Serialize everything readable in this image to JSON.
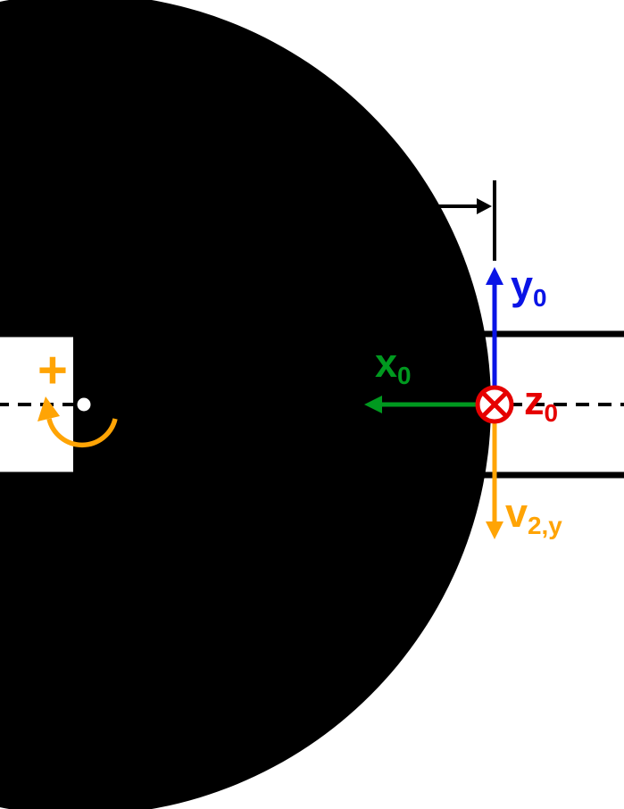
{
  "colors": {
    "black": "#000000",
    "white": "#ffffff",
    "blue": "#0a14e6",
    "green": "#00991f",
    "red": "#e60000",
    "orange": "#ffa405"
  },
  "labels": {
    "x_axis": {
      "main": "x",
      "sub": "0"
    },
    "y_axis": {
      "main": "y",
      "sub": "0"
    },
    "z_axis": {
      "main": "z",
      "sub": "0"
    },
    "velocity": {
      "main": "v",
      "sub": "2,y"
    },
    "rotation_sign": "+"
  },
  "icons": {
    "z_axis_symbol": "circle-cross-into-page-icon",
    "rotation_arrow": "curved-rotation-arrow-icon",
    "dimension_arrow": "offset-dimension-arrow-icon"
  }
}
